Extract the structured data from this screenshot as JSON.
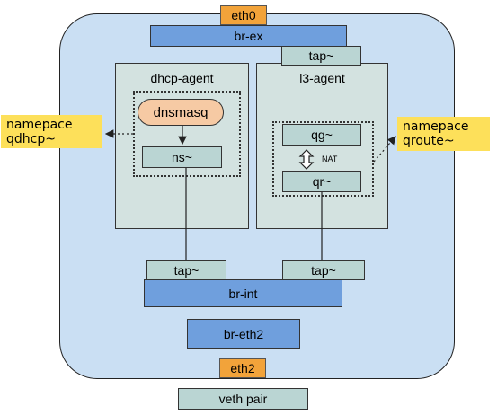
{
  "interfaces": {
    "eth0": "eth0",
    "eth2": "eth2"
  },
  "bridges": {
    "br_ex": "br-ex",
    "br_int": "br-int",
    "br_eth2": "br-eth2"
  },
  "taps": {
    "br_ex_tap": "tap~",
    "dhcp_tap": "tap~",
    "l3_tap": "tap~"
  },
  "dhcp_agent": {
    "title": "dhcp-agent",
    "dnsmasq": "dnsmasq",
    "ns": "ns~"
  },
  "l3_agent": {
    "title": "l3-agent",
    "qg": "qg~",
    "qr": "qr~",
    "nat": "NAT"
  },
  "callouts": {
    "qdhcp": {
      "line1": "namepace",
      "line2": "qdhcp~"
    },
    "qroute": {
      "line1": "namepace",
      "line2": "qroute~"
    }
  },
  "legend": {
    "veth_pair": "veth pair"
  }
}
